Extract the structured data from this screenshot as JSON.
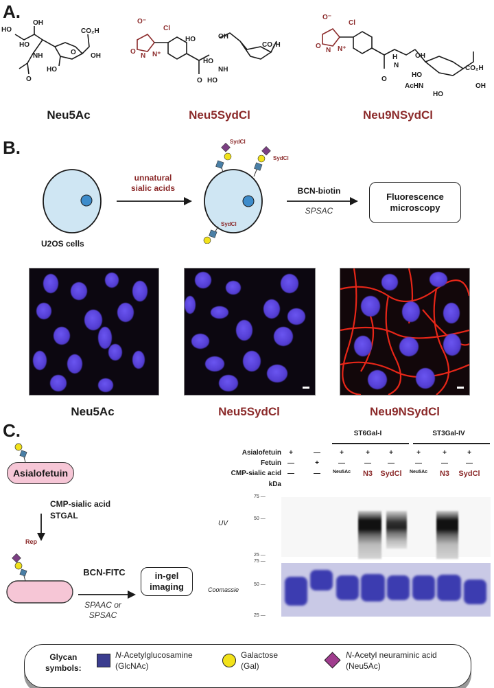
{
  "panels": {
    "A": {
      "label": "A.",
      "compounds": [
        {
          "name": "Neu5Ac",
          "color": "#1a1a1a",
          "groups": [
            "HO",
            "OH",
            "CO2H",
            "HO",
            "NH",
            "O",
            "OH",
            "HO",
            "O"
          ]
        },
        {
          "name": "Neu5SydCl",
          "color": "#8b2a2a",
          "groups": [
            "O−",
            "Cl",
            "O",
            "N",
            "N+",
            "HO",
            "OH",
            "CO2H",
            "HO",
            "NH",
            "O",
            "OH",
            "HO",
            "O"
          ]
        },
        {
          "name": "Neu9NSydCl",
          "color": "#8b2a2a",
          "groups": [
            "O−",
            "Cl",
            "O",
            "N",
            "N+",
            "H",
            "N",
            "OH",
            "O",
            "HO",
            "AcHN",
            "O",
            "CO2H",
            "OH",
            "HO"
          ]
        }
      ]
    },
    "B": {
      "label": "B.",
      "start_label": "U2OS cells",
      "step1_label_line1": "unnatural",
      "step1_label_line2": "sialic acids",
      "glycan_tag": "SydCl",
      "step2_label": "BCN-biotin",
      "step2_sub": "SPSAC",
      "end_box_line1": "Fluorescence",
      "end_box_line2": "microscopy",
      "images": [
        {
          "caption": "Neu5Ac",
          "stain": "DAPI only"
        },
        {
          "caption": "Neu5SydCl",
          "stain": "DAPI only"
        },
        {
          "caption": "Neu9NSydCl",
          "stain": "DAPI + membrane red"
        }
      ]
    },
    "C": {
      "label": "C.",
      "protein_label": "Asialofetuin",
      "step1_line1": "CMP-sialic acid",
      "step1_line2": "STGAL",
      "rep_tag": "Rep",
      "step2_label": "BCN-FITC",
      "step2_sub1": "SPAAC or",
      "step2_sub2": "SPSAC",
      "end_box_line1": "in-gel",
      "end_box_line2": "imaging",
      "gel": {
        "group_headers": [
          "ST6Gal-I",
          "ST3Gal-IV"
        ],
        "row_labels": [
          "Asialofetuin",
          "Fetuin",
          "CMP-sialic acid",
          "kDa"
        ],
        "asialofetuin": [
          "+",
          "—",
          "+",
          "+",
          "+",
          "+",
          "+",
          "+"
        ],
        "fetuin": [
          "—",
          "+",
          "—",
          "—",
          "—",
          "—",
          "—",
          "—"
        ],
        "cmp": [
          "—",
          "—",
          "Neu5Ac",
          "N3",
          "SydCl",
          "Neu5Ac",
          "N3",
          "SydCl"
        ],
        "cmp_red": [
          false,
          false,
          false,
          true,
          true,
          false,
          true,
          true
        ],
        "uv_label": "UV",
        "coomassie_label": "Coomassie",
        "uv_ticks": [
          "75 —",
          "50 —",
          "25 —"
        ],
        "coomassie_ticks": [
          "75 —",
          "50 —",
          "25 —"
        ],
        "uv_band_lanes": [
          4,
          5,
          7
        ]
      }
    }
  },
  "legend": {
    "title_line1": "Glycan",
    "title_line2": "symbols:",
    "items": [
      {
        "symbol": "square",
        "color": "#3b3d8f",
        "name_italic": "N",
        "name_rest": "-Acetylglucosamine",
        "abbr": "(GlcNAc)"
      },
      {
        "symbol": "circle",
        "color": "#f2e21a",
        "name_italic": "",
        "name_rest": "Galactose",
        "abbr": "(Gal)"
      },
      {
        "symbol": "diamond",
        "color": "#a03c8e",
        "name_italic": "N",
        "name_rest": "-Acetyl neuraminic acid",
        "abbr": "(Neu5Ac)"
      }
    ]
  }
}
